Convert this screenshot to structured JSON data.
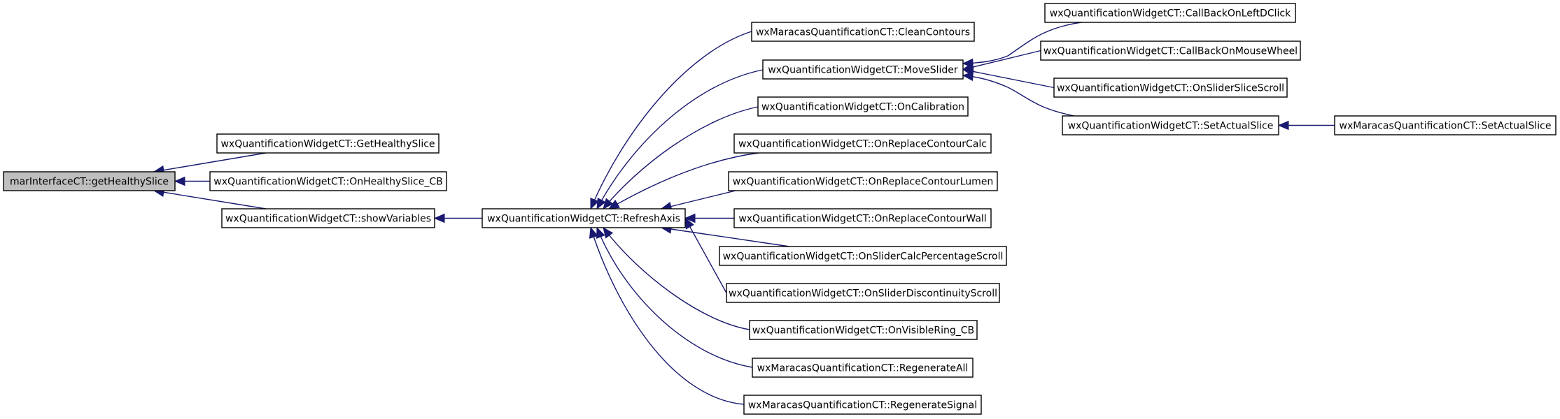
{
  "graph": {
    "edge_color": "#191970",
    "root_fill": "#bfbfbf",
    "nodes": [
      {
        "id": "root",
        "label": "marInterfaceCT::getHealthySlice",
        "root": true
      },
      {
        "id": "ghs",
        "label": "wxQuantificationWidgetCT::GetHealthySlice"
      },
      {
        "id": "ohs",
        "label": "wxQuantificationWidgetCT::OnHealthySlice_CB"
      },
      {
        "id": "sv",
        "label": "wxQuantificationWidgetCT::showVariables"
      },
      {
        "id": "ra",
        "label": "wxQuantificationWidgetCT::RefreshAxis"
      },
      {
        "id": "cc",
        "label": "wxMaracasQuantificationCT::CleanContours"
      },
      {
        "id": "ms",
        "label": "wxQuantificationWidgetCT::MoveSlider"
      },
      {
        "id": "oc",
        "label": "wxQuantificationWidgetCT::OnCalibration"
      },
      {
        "id": "orcc",
        "label": "wxQuantificationWidgetCT::OnReplaceContourCalc"
      },
      {
        "id": "orcl",
        "label": "wxQuantificationWidgetCT::OnReplaceContourLumen"
      },
      {
        "id": "orcw",
        "label": "wxQuantificationWidgetCT::OnReplaceContourWall"
      },
      {
        "id": "oscp",
        "label": "wxQuantificationWidgetCT::OnSliderCalcPercentageScroll"
      },
      {
        "id": "osds",
        "label": "wxQuantificationWidgetCT::OnSliderDiscontinuityScroll"
      },
      {
        "id": "ovr",
        "label": "wxQuantificationWidgetCT::OnVisibleRing_CB"
      },
      {
        "id": "rga",
        "label": "wxMaracasQuantificationCT::RegenerateAll"
      },
      {
        "id": "rgs",
        "label": "wxMaracasQuantificationCT::RegenerateSignal"
      },
      {
        "id": "cbl",
        "label": "wxQuantificationWidgetCT::CallBackOnLeftDClick"
      },
      {
        "id": "cbm",
        "label": "wxQuantificationWidgetCT::CallBackOnMouseWheel"
      },
      {
        "id": "oss",
        "label": "wxQuantificationWidgetCT::OnSliderSliceScroll"
      },
      {
        "id": "sas",
        "label": "wxQuantificationWidgetCT::SetActualSlice"
      },
      {
        "id": "msas",
        "label": "wxMaracasQuantificationCT::SetActualSlice"
      }
    ],
    "edges": [
      {
        "from": "ghs",
        "to": "root"
      },
      {
        "from": "ohs",
        "to": "root"
      },
      {
        "from": "sv",
        "to": "root"
      },
      {
        "from": "ra",
        "to": "sv"
      },
      {
        "from": "cc",
        "to": "ra"
      },
      {
        "from": "ms",
        "to": "ra"
      },
      {
        "from": "oc",
        "to": "ra"
      },
      {
        "from": "orcc",
        "to": "ra"
      },
      {
        "from": "orcl",
        "to": "ra"
      },
      {
        "from": "orcw",
        "to": "ra"
      },
      {
        "from": "oscp",
        "to": "ra"
      },
      {
        "from": "osds",
        "to": "ra"
      },
      {
        "from": "ovr",
        "to": "ra"
      },
      {
        "from": "rga",
        "to": "ra"
      },
      {
        "from": "rgs",
        "to": "ra"
      },
      {
        "from": "cbl",
        "to": "ms"
      },
      {
        "from": "cbm",
        "to": "ms"
      },
      {
        "from": "oss",
        "to": "ms"
      },
      {
        "from": "sas",
        "to": "ms"
      },
      {
        "from": "msas",
        "to": "sas"
      }
    ]
  }
}
